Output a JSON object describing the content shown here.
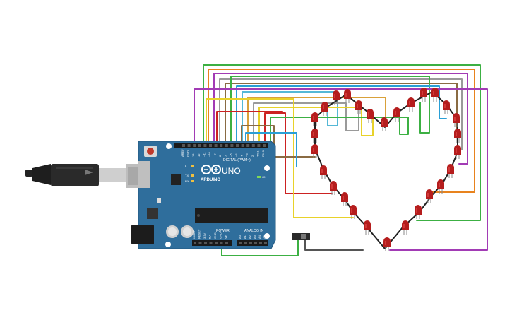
{
  "board": {
    "model": "UNO",
    "brand": "ARDUINO",
    "digital_label": "DIGITAL (PWM~)",
    "power_label": "POWER",
    "analog_label": "ANALOG IN",
    "on_label": "ON",
    "l_label": "L",
    "tx_label": "TX",
    "rx_label": "RX",
    "digital_pins": [
      "AREF",
      "GND",
      "13",
      "12",
      "~11",
      "~10",
      "~9",
      "8",
      "7",
      "~6",
      "~5",
      "4",
      "~3",
      "2",
      "TX 1",
      "RX 0"
    ],
    "power_pins": [
      "IOREF",
      "RESET",
      "3.3V",
      "5V",
      "GND",
      "GND",
      "Vin"
    ],
    "analog_pins": [
      "A0",
      "A1",
      "A2",
      "A3",
      "A4",
      "A5"
    ]
  },
  "components": {
    "led_color": "#b51d1d",
    "led_count": 28,
    "usb_cable": "usb-cable",
    "switch": "slide-switch"
  },
  "colors": {
    "pcb": "#2f6e9c",
    "wires": [
      "#3cb043",
      "#e8831e",
      "#a23bb5",
      "#9a9a9a",
      "#2a9fd6",
      "#c8c13a",
      "#8a6b43",
      "#e8d22a",
      "#cc2222",
      "#d9a13a",
      "#55b8d6",
      "#2ca24a",
      "#6a2a8a",
      "#555555"
    ]
  }
}
